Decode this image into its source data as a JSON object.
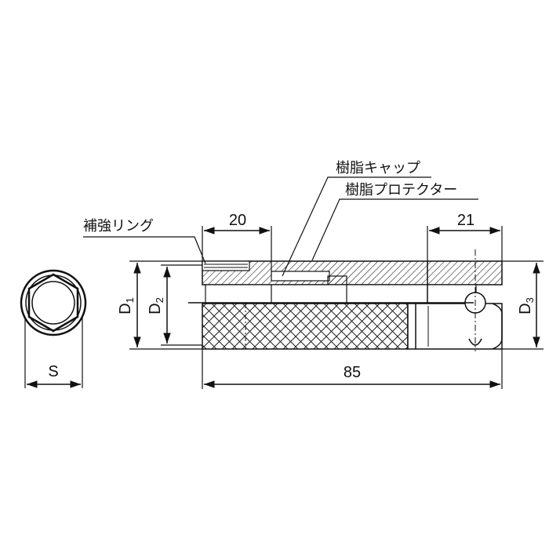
{
  "callouts": {
    "reinforcement_ring": "補強リング",
    "resin_cap": "樹脂キャップ",
    "resin_protector": "樹脂プロテクター"
  },
  "dimensions": {
    "left_length": "20",
    "right_length": "21",
    "overall_length": "85",
    "hex_size": "S",
    "d1": "D",
    "d1_sub": "1",
    "d2": "D",
    "d2_sub": "2",
    "d3": "D",
    "d3_sub": "3"
  }
}
